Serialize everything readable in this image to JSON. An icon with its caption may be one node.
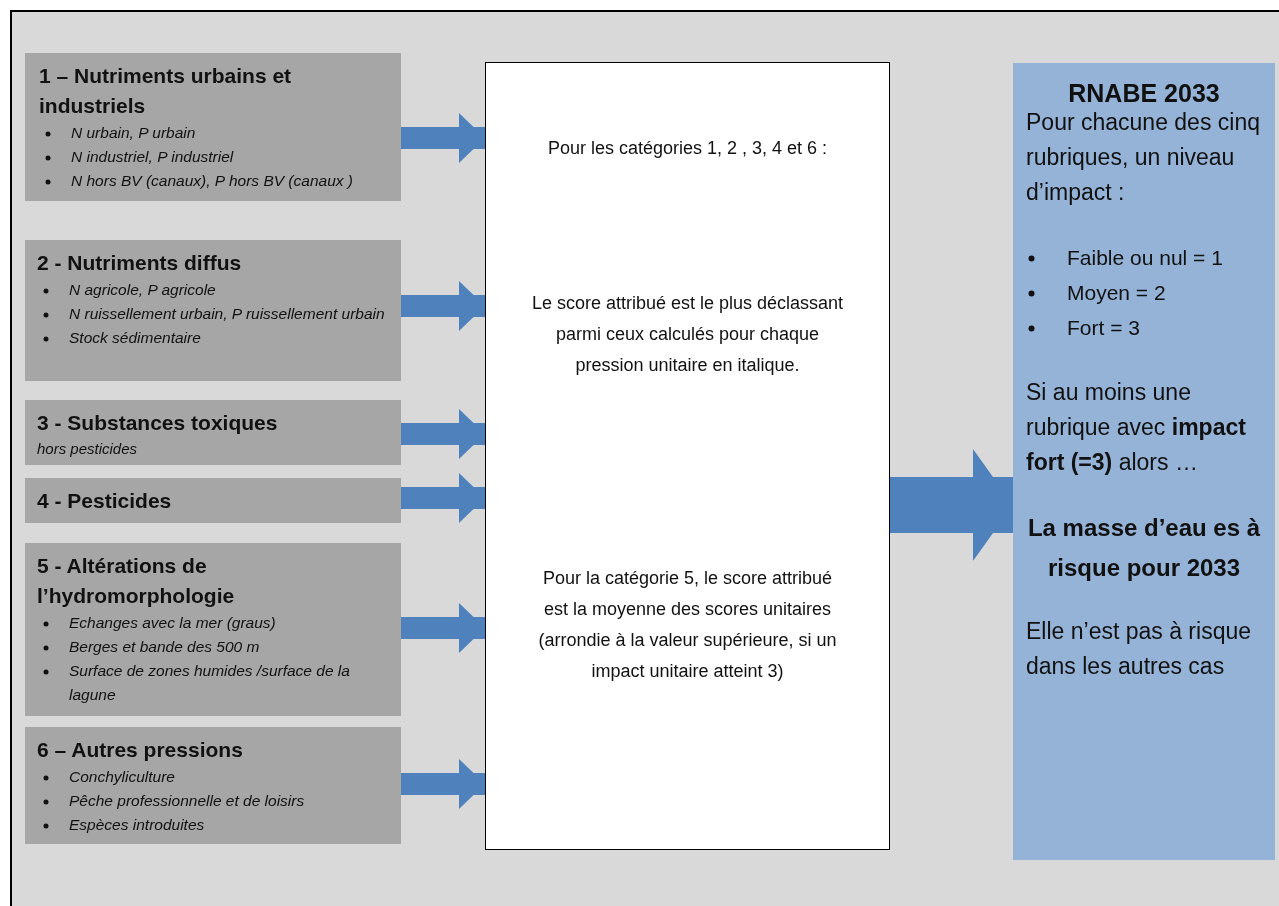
{
  "diagram": {
    "nodes": [
      {
        "text": [
          "1 – Nutriments urbains et industriels",
          "N urbain, P urbain",
          "N industriel, P industriel",
          "N hors BV (canaux), P hors BV (canaux )"
        ]
      },
      {
        "text": [
          "2 -  Nutriments diffus",
          "N agricole, P agricole",
          "N ruissellement urbain, P ruissellement urbain",
          "Stock sédimentaire"
        ]
      },
      {
        "text": [
          "3 - Substances  toxiques",
          "hors pesticides"
        ]
      },
      {
        "text": [
          "4 - Pesticides"
        ]
      },
      {
        "text": [
          "5 - Altérations de l’hydromorphologie",
          "Echanges avec la mer (graus)",
          "Berges et bande des 500 m",
          "Surface de zones humides /surface de la lagune"
        ]
      },
      {
        "text": [
          "6 – Autres pressions",
          "Conchyliculture",
          "Pêche professionnelle et de loisirs",
          "Espèces introduites"
        ]
      },
      {
        "text": [
          "Pour les catégories 1, 2 , 3, 4 et 6 :",
          "Le score attribué est le plus déclassant  parmi ceux calculés pour chaque pression unitaire en italique.",
          "Pour la catégorie  5, le score attribué est la moyenne des scores unitaires (arrondie à la valeur supérieure, si un impact unitaire atteint 3)"
        ]
      },
      {
        "text": [
          "RNABE 2033",
          "Pour chacune des cinq rubriques, un niveau d’impact :",
          "Faible ou nul = 1",
          "Moyen = 2",
          "Fort = 3",
          "Si au moins une rubrique  avec **impact fort (=3)** alors …",
          "La masse d’eau es à risque pour 2033",
          "Elle n’est pas à risque dans les autres cas"
        ]
      }
    ],
    "edges": [
      {
        "from": 0,
        "to": 6,
        "arrow": "to"
      },
      {
        "from": 1,
        "to": 6,
        "arrow": "to"
      },
      {
        "from": 2,
        "to": 6,
        "arrow": "to"
      },
      {
        "from": 3,
        "to": 6,
        "arrow": "to"
      },
      {
        "from": 4,
        "to": 6,
        "arrow": "to"
      },
      {
        "from": 5,
        "to": 6,
        "arrow": "to"
      },
      {
        "from": 6,
        "to": 7,
        "arrow": "to",
        "style": "thick"
      }
    ]
  }
}
